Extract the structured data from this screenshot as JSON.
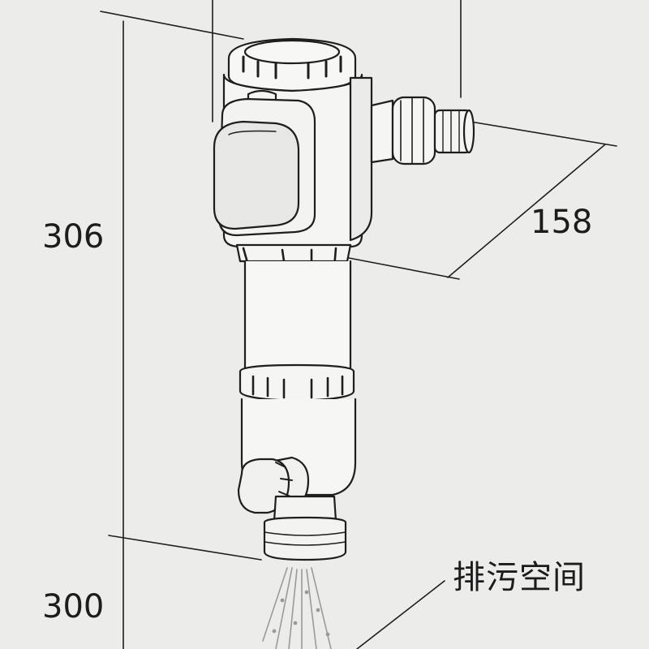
{
  "dimensions": {
    "height_label": "306",
    "depth_label": "158",
    "clearance_label": "300"
  },
  "annotations": {
    "drain_space": "排污空间"
  }
}
